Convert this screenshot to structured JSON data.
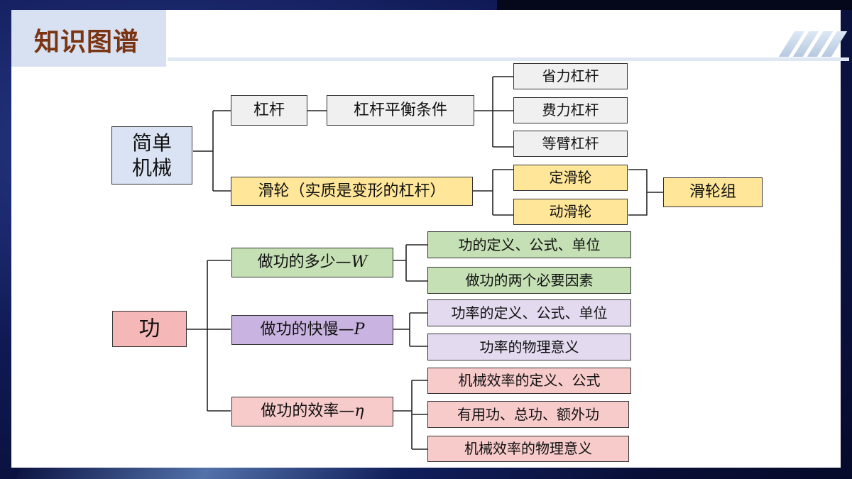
{
  "header": {
    "title": "知识图谱"
  },
  "simple_machines": {
    "root": "简单\n机械",
    "lever": "杠杆",
    "lever_balance": "杠杆平衡条件",
    "lever_types": [
      "省力杠杆",
      "费力杠杆",
      "等臂杠杆"
    ],
    "pulley": "滑轮（实质是变形的杠杆）",
    "pulley_types": [
      "定滑轮",
      "动滑轮"
    ],
    "pulley_block": "滑轮组"
  },
  "work": {
    "root": "功",
    "amount": {
      "label": "做功的多少—",
      "symbol": "W"
    },
    "amount_items": [
      "功的定义、公式、单位",
      "做功的两个必要因素"
    ],
    "speed": {
      "label": "做功的快慢—",
      "symbol": "P"
    },
    "speed_items": [
      "功率的定义、公式、单位",
      "功率的物理意义"
    ],
    "efficiency": {
      "label": "做功的效率—",
      "symbol": "η"
    },
    "efficiency_items": [
      "机械效率的定义、公式",
      "有用功、总功、额外功",
      "机械效率的物理意义"
    ]
  }
}
